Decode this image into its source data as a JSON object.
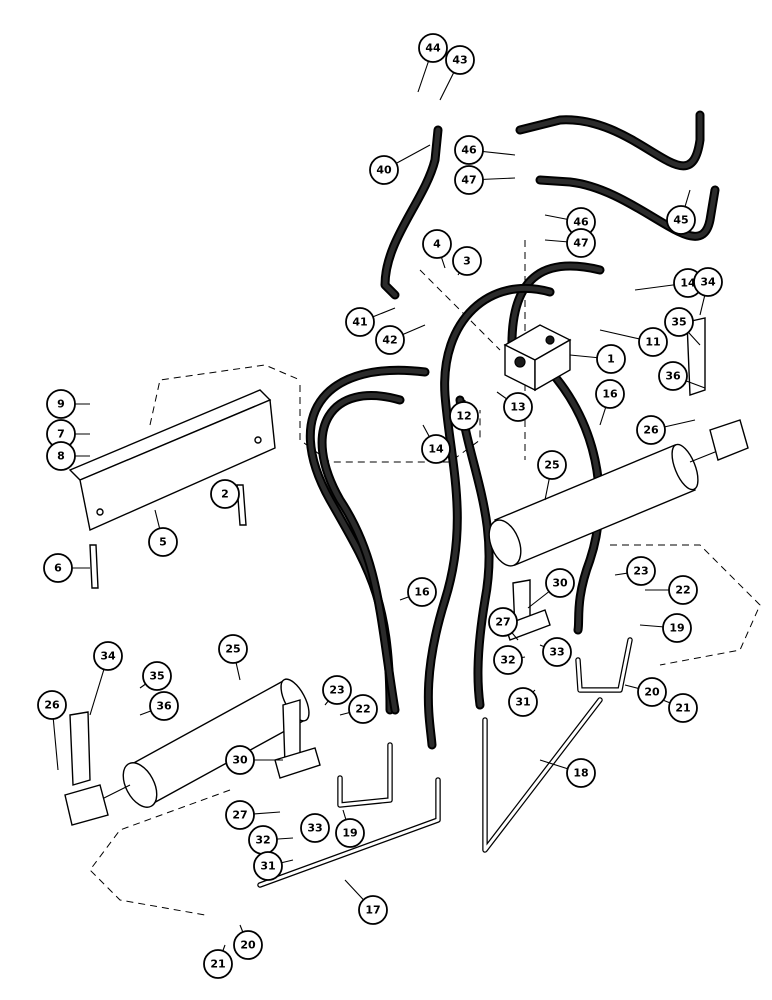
{
  "callouts": [
    {
      "id": "c44",
      "label": "44"
    },
    {
      "id": "c43",
      "label": "43"
    },
    {
      "id": "c40",
      "label": "40"
    },
    {
      "id": "c46a",
      "label": "46"
    },
    {
      "id": "c47a",
      "label": "47"
    },
    {
      "id": "c46b",
      "label": "46"
    },
    {
      "id": "c47b",
      "label": "47"
    },
    {
      "id": "c45",
      "label": "45"
    },
    {
      "id": "c4",
      "label": "4"
    },
    {
      "id": "c3",
      "label": "3"
    },
    {
      "id": "c14a",
      "label": "14"
    },
    {
      "id": "c34a",
      "label": "34"
    },
    {
      "id": "c41",
      "label": "41"
    },
    {
      "id": "c42",
      "label": "42"
    },
    {
      "id": "c11",
      "label": "11"
    },
    {
      "id": "c35a",
      "label": "35"
    },
    {
      "id": "c1",
      "label": "1"
    },
    {
      "id": "c36a",
      "label": "36"
    },
    {
      "id": "c9",
      "label": "9"
    },
    {
      "id": "c7",
      "label": "7"
    },
    {
      "id": "c8",
      "label": "8"
    },
    {
      "id": "c12",
      "label": "12"
    },
    {
      "id": "c13",
      "label": "13"
    },
    {
      "id": "c16a",
      "label": "16"
    },
    {
      "id": "c14b",
      "label": "14"
    },
    {
      "id": "c26a",
      "label": "26"
    },
    {
      "id": "c25a",
      "label": "25"
    },
    {
      "id": "c2",
      "label": "2"
    },
    {
      "id": "c5",
      "label": "5"
    },
    {
      "id": "c6",
      "label": "6"
    },
    {
      "id": "c23a",
      "label": "23"
    },
    {
      "id": "c22a",
      "label": "22"
    },
    {
      "id": "c16b",
      "label": "16"
    },
    {
      "id": "c30a",
      "label": "30"
    },
    {
      "id": "c27a",
      "label": "27"
    },
    {
      "id": "c19a",
      "label": "19"
    },
    {
      "id": "c33a",
      "label": "33"
    },
    {
      "id": "c32a",
      "label": "32"
    },
    {
      "id": "c21a",
      "label": "21"
    },
    {
      "id": "c20a",
      "label": "20"
    },
    {
      "id": "c31a",
      "label": "31"
    },
    {
      "id": "c18",
      "label": "18"
    },
    {
      "id": "c34b",
      "label": "34"
    },
    {
      "id": "c25b",
      "label": "25"
    },
    {
      "id": "c35b",
      "label": "35"
    },
    {
      "id": "c26b",
      "label": "26"
    },
    {
      "id": "c36b",
      "label": "36"
    },
    {
      "id": "c23b",
      "label": "23"
    },
    {
      "id": "c22b",
      "label": "22"
    },
    {
      "id": "c30b",
      "label": "30"
    },
    {
      "id": "c27b",
      "label": "27"
    },
    {
      "id": "c19b",
      "label": "19"
    },
    {
      "id": "c32b",
      "label": "32"
    },
    {
      "id": "c33b",
      "label": "33"
    },
    {
      "id": "c31b",
      "label": "31"
    },
    {
      "id": "c17",
      "label": "17"
    },
    {
      "id": "c21b",
      "label": "21"
    },
    {
      "id": "c20b",
      "label": "20"
    }
  ]
}
